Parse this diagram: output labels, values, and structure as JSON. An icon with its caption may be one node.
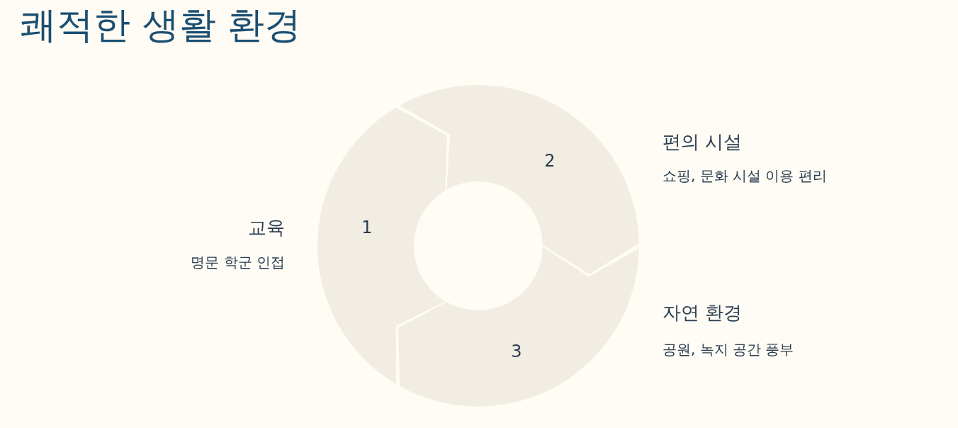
{
  "diagram": {
    "title": "쾌적한 생활 환경",
    "nodes": [
      {
        "text": [
          "1"
        ],
        "beside": [
          "교육",
          "명문 학군 인접"
        ]
      },
      {
        "text": [
          "2"
        ],
        "beside": [
          "편의 시설",
          "쇼핑, 문화 시설 이용 편리"
        ]
      },
      {
        "text": [
          "3"
        ],
        "beside": [
          "자연 환경",
          "공원, 녹지 공간 풍부"
        ]
      }
    ]
  }
}
